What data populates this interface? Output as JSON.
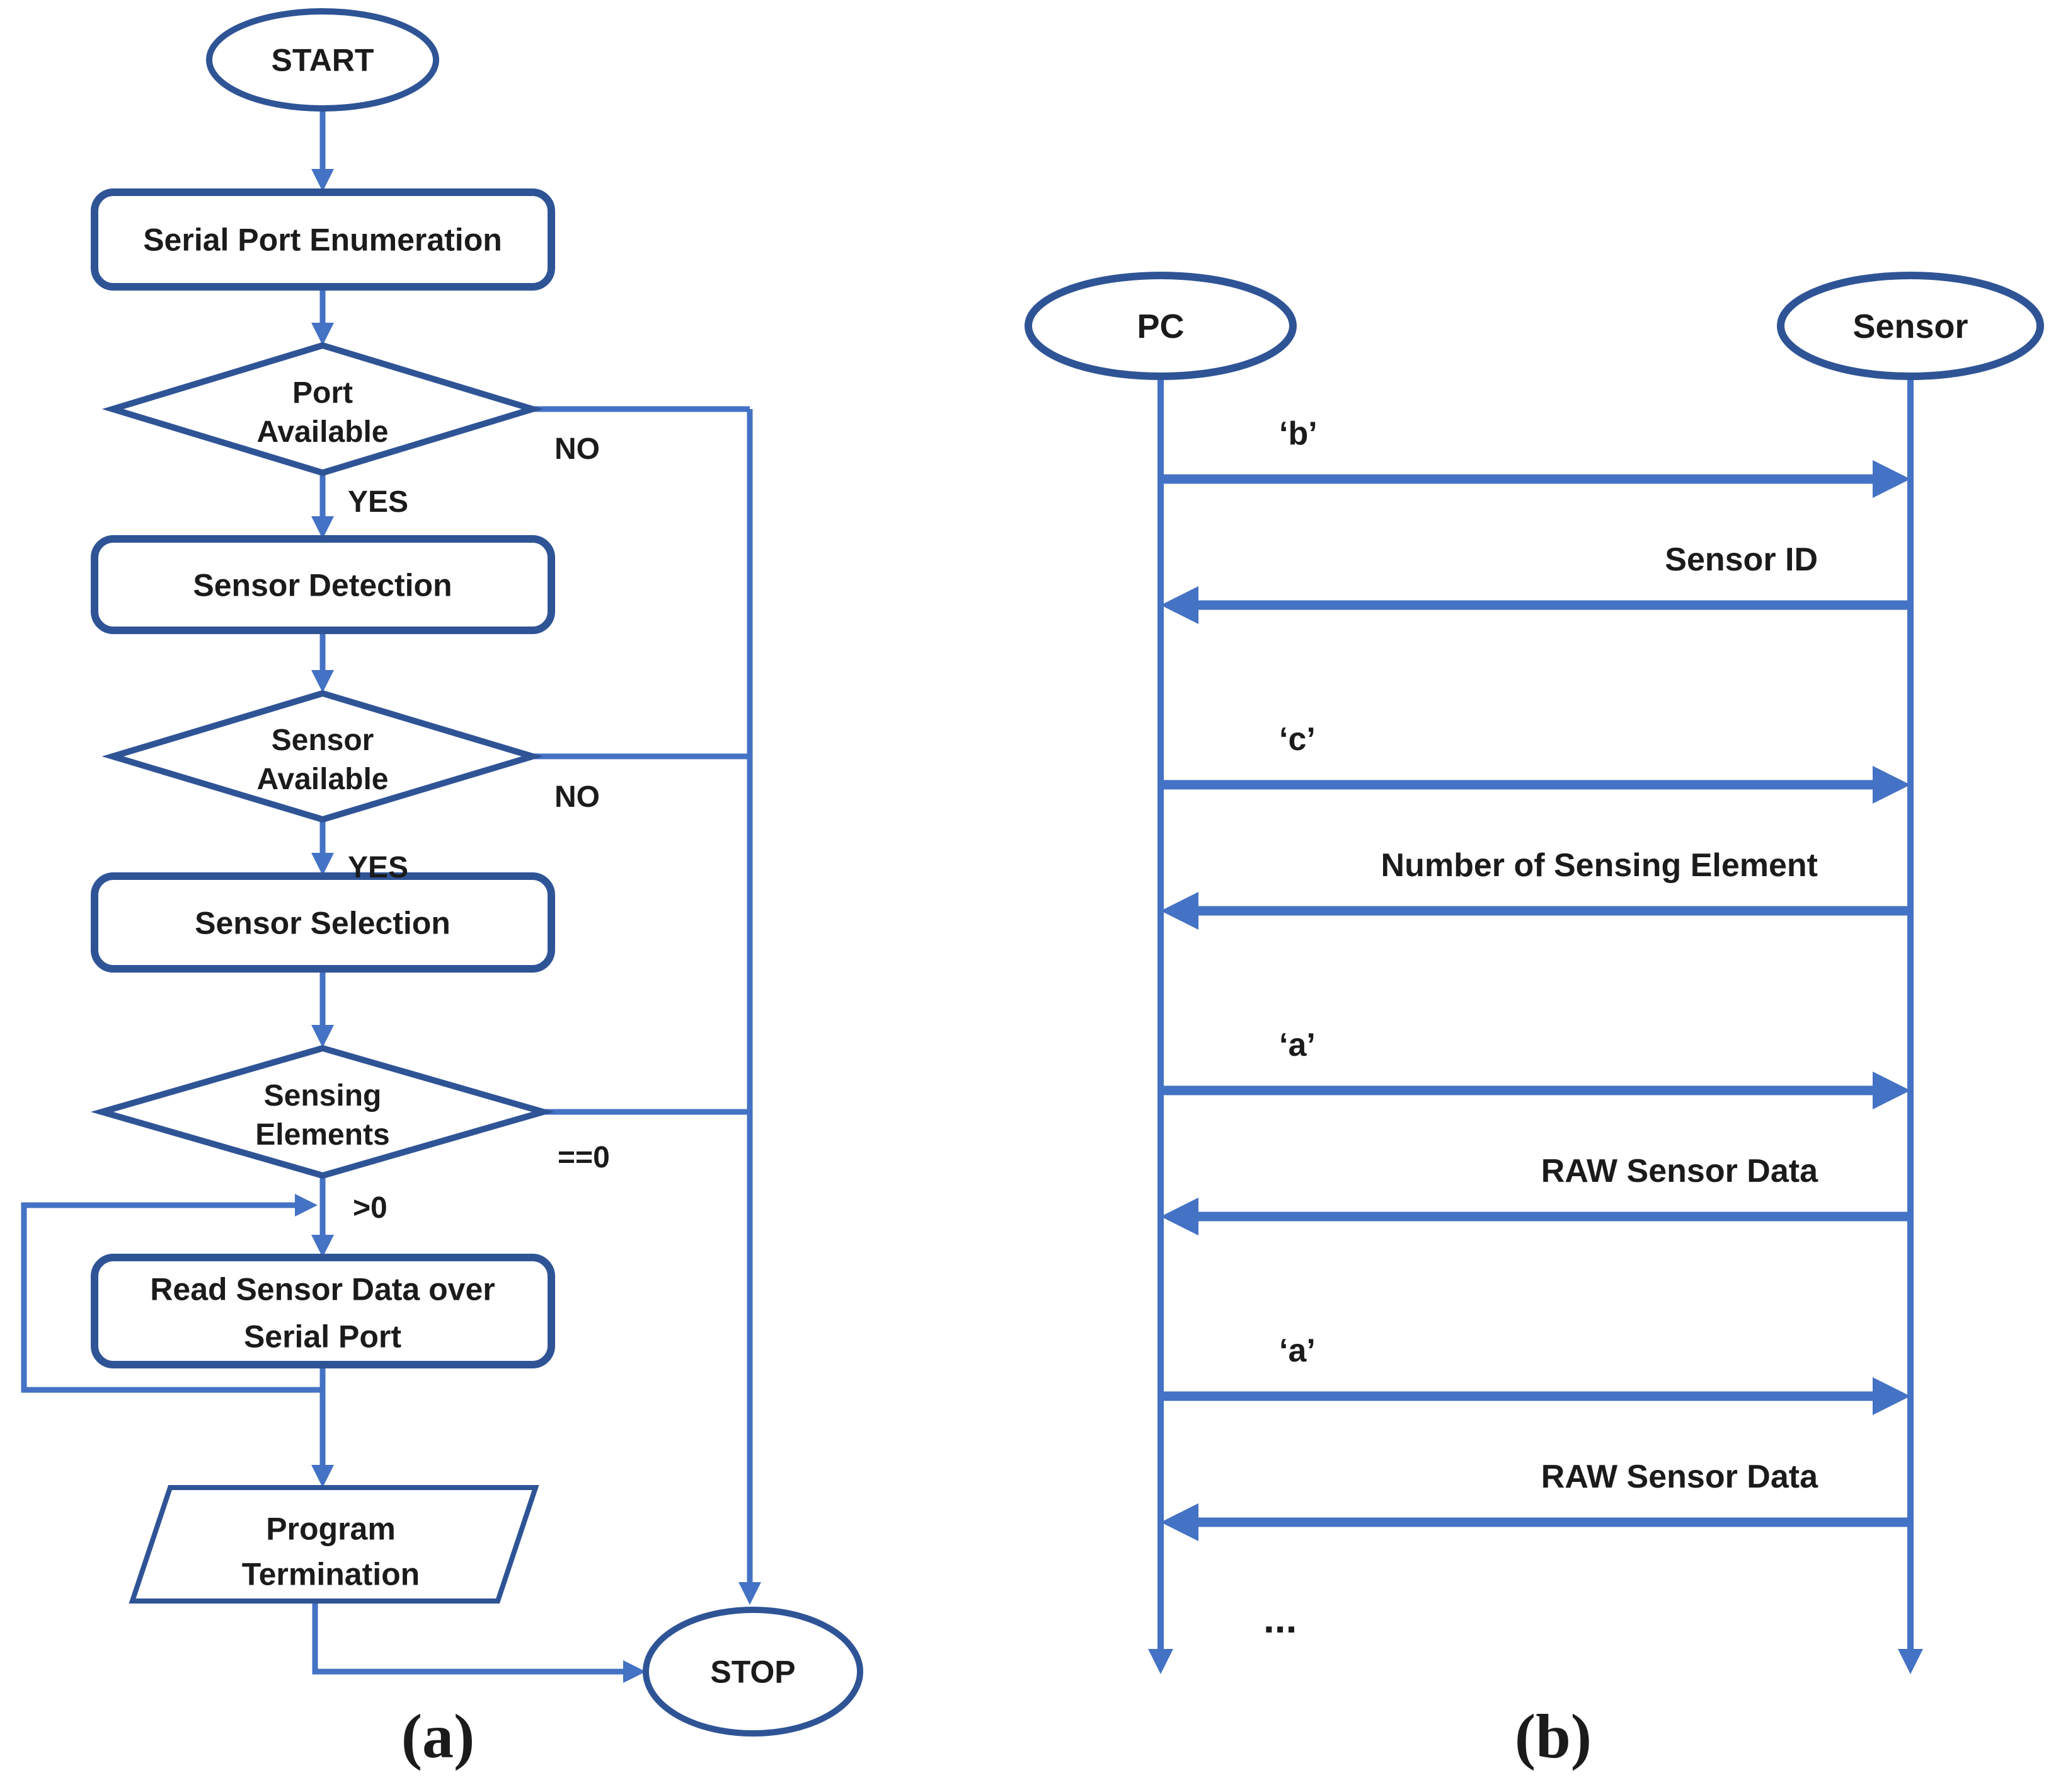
{
  "figure": {
    "caption_a": "(a)",
    "caption_b": "(b)"
  },
  "colors": {
    "shape_outline": "#2F5496",
    "connector_blue": "#4472C4",
    "text": "#1B1B1B",
    "background": "#FFFFFF"
  },
  "flowchart": {
    "nodes": {
      "start": "START",
      "serial_port_enumeration": "Serial Port Enumeration",
      "port_available": [
        "Port",
        "Available"
      ],
      "sensor_detection": "Sensor Detection",
      "sensor_available": [
        "Sensor",
        "Available"
      ],
      "sensor_selection": "Sensor Selection",
      "sensing_elements": [
        "Sensing",
        "Elements"
      ],
      "read_sensor_data": [
        "Read Sensor Data over",
        "Serial Port"
      ],
      "program_termination": [
        "Program",
        "Termination"
      ],
      "stop": "STOP"
    },
    "edge_labels": {
      "port_available_yes": "YES",
      "port_available_no": "NO",
      "sensor_available_yes": "YES",
      "sensor_available_no": "NO",
      "sensing_elements_zero": "==0",
      "sensing_elements_positive": ">0"
    }
  },
  "sequence": {
    "actors": {
      "pc": "PC",
      "sensor": "Sensor"
    },
    "messages": [
      {
        "label": "‘b’",
        "from": "PC",
        "to": "Sensor"
      },
      {
        "label": "Sensor ID",
        "from": "Sensor",
        "to": "PC"
      },
      {
        "label": "‘c’",
        "from": "PC",
        "to": "Sensor"
      },
      {
        "label": "Number of Sensing Element",
        "from": "Sensor",
        "to": "PC"
      },
      {
        "label": "‘a’",
        "from": "PC",
        "to": "Sensor"
      },
      {
        "label": "RAW Sensor Data",
        "from": "Sensor",
        "to": "PC"
      },
      {
        "label": "‘a’",
        "from": "PC",
        "to": "Sensor"
      },
      {
        "label": "RAW Sensor Data",
        "from": "Sensor",
        "to": "PC"
      }
    ],
    "continuation": "..."
  }
}
